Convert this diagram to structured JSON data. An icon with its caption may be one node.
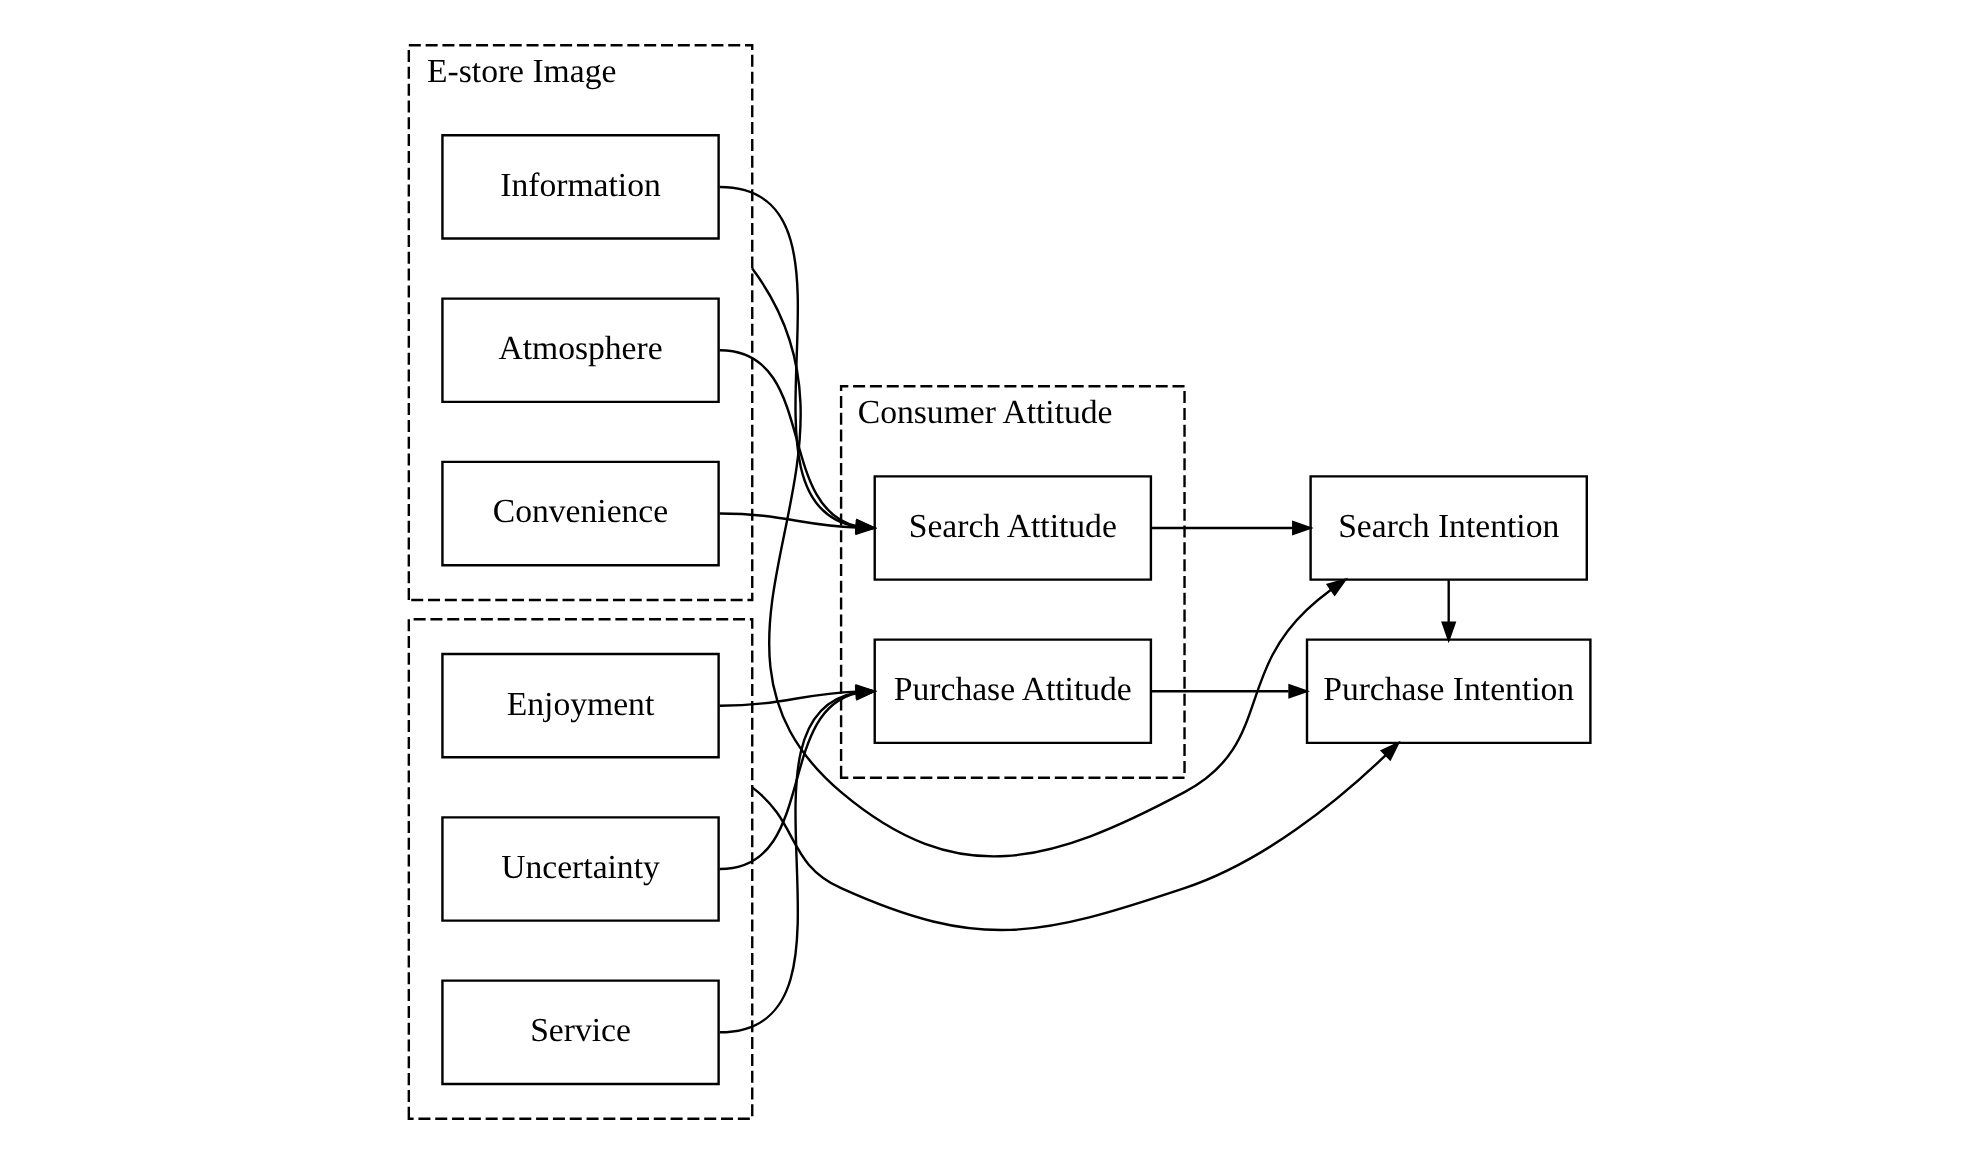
{
  "diagram": {
    "nodes": [
      {
        "text": [
          "E-store Image"
        ]
      },
      {
        "text": [
          "Information"
        ],
        "in": 0
      },
      {
        "text": [
          "Atmosphere"
        ],
        "in": 0
      },
      {
        "text": [
          "Convenience"
        ],
        "in": 0
      },
      {
        "text": [],
        "shape": "box"
      },
      {
        "text": [
          "Enjoyment"
        ],
        "in": 4
      },
      {
        "text": [
          "Uncertainty"
        ],
        "in": 4
      },
      {
        "text": [
          "Service"
        ],
        "in": 4
      },
      {
        "text": [
          "Consumer Attitude"
        ]
      },
      {
        "text": [
          "Search Attitude"
        ],
        "in": 8
      },
      {
        "text": [
          "Purchase Attitude"
        ],
        "in": 8
      },
      {
        "text": [
          "Search Intention"
        ]
      },
      {
        "text": [
          "Purchase Intention"
        ]
      }
    ],
    "edges": [
      {
        "from": 1,
        "to": 9,
        "arrow": "to"
      },
      {
        "from": 2,
        "to": 9,
        "arrow": "to"
      },
      {
        "from": 3,
        "to": 9,
        "arrow": "to"
      },
      {
        "from": 5,
        "to": 10,
        "arrow": "to"
      },
      {
        "from": 6,
        "to": 10,
        "arrow": "to"
      },
      {
        "from": 7,
        "to": 10,
        "arrow": "to"
      },
      {
        "from": 9,
        "to": 11,
        "arrow": "to"
      },
      {
        "from": 10,
        "to": 12,
        "arrow": "to"
      },
      {
        "from": 11,
        "to": 12,
        "arrow": "to"
      },
      {
        "from": 0,
        "to": 11,
        "arrow": "to"
      },
      {
        "from": 4,
        "to": 12,
        "arrow": "to"
      }
    ]
  }
}
